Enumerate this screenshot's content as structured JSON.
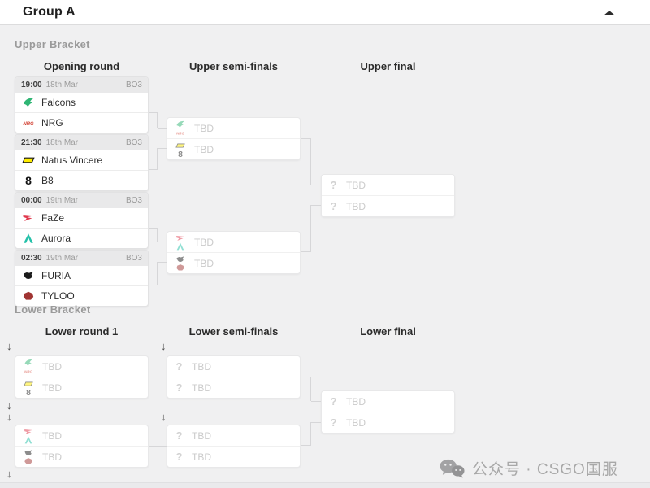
{
  "header": {
    "title": "Group A"
  },
  "icons": {
    "question": "?",
    "drop_arrow": "↓",
    "collapse": "caret-up"
  },
  "upper_bracket": {
    "label": "Upper Bracket",
    "columns": [
      "Opening round",
      "Upper semi-finals",
      "Upper final"
    ],
    "matches": [
      {
        "time": "19:00",
        "date": "18th Mar",
        "format": "BO3",
        "teams": [
          {
            "name": "Falcons",
            "logo": "falcons"
          },
          {
            "name": "NRG",
            "logo": "nrg"
          }
        ]
      },
      {
        "time": "21:30",
        "date": "18th Mar",
        "format": "BO3",
        "teams": [
          {
            "name": "Natus Vincere",
            "logo": "navi"
          },
          {
            "name": "B8",
            "logo": "b8"
          }
        ]
      },
      {
        "time": "00:00",
        "date": "19th Mar",
        "format": "BO3",
        "teams": [
          {
            "name": "FaZe",
            "logo": "faze"
          },
          {
            "name": "Aurora",
            "logo": "aurora"
          }
        ]
      },
      {
        "time": "02:30",
        "date": "19th Mar",
        "format": "BO3",
        "teams": [
          {
            "name": "FURIA",
            "logo": "furia"
          },
          {
            "name": "TYLOO",
            "logo": "tyloo"
          }
        ]
      }
    ],
    "semi_finals": [
      {
        "slots": [
          {
            "label": "TBD",
            "possible_teams": [
              "Falcons",
              "NRG"
            ]
          },
          {
            "label": "TBD",
            "possible_teams": [
              "Natus Vincere",
              "B8"
            ]
          }
        ]
      },
      {
        "slots": [
          {
            "label": "TBD",
            "possible_teams": [
              "FaZe",
              "Aurora"
            ]
          },
          {
            "label": "TBD",
            "possible_teams": [
              "FURIA",
              "TYLOO"
            ]
          }
        ]
      }
    ],
    "final": {
      "slots": [
        {
          "label": "TBD"
        },
        {
          "label": "TBD"
        }
      ]
    }
  },
  "lower_bracket": {
    "label": "Lower Bracket",
    "columns": [
      "Lower round 1",
      "Lower semi-finals",
      "Lower final"
    ],
    "round1": [
      {
        "slots": [
          {
            "label": "TBD",
            "possible_teams": [
              "Falcons",
              "NRG"
            ]
          },
          {
            "label": "TBD",
            "possible_teams": [
              "Natus Vincere",
              "B8"
            ]
          }
        ]
      },
      {
        "slots": [
          {
            "label": "TBD",
            "possible_teams": [
              "FaZe",
              "Aurora"
            ]
          },
          {
            "label": "TBD",
            "possible_teams": [
              "FURIA",
              "TYLOO"
            ]
          }
        ]
      }
    ],
    "semi_finals": [
      {
        "slots": [
          {
            "label": "TBD"
          },
          {
            "label": "TBD"
          }
        ]
      },
      {
        "slots": [
          {
            "label": "TBD"
          },
          {
            "label": "TBD"
          }
        ]
      }
    ],
    "final": {
      "slots": [
        {
          "label": "TBD"
        },
        {
          "label": "TBD"
        }
      ]
    }
  },
  "watermark": {
    "text": "公众号 · CSGO国服",
    "icon": "wechat"
  },
  "colors": {
    "background": "#f0f0f1",
    "card": "#ffffff",
    "card_header": "#e9e9ea",
    "tbd_text": "#cbcbcb",
    "connector": "#d6d6d8",
    "falcons": "#2fb574",
    "nrg": "#d23f31",
    "navi": "#ffed00",
    "b8": "#141414",
    "faze": "#e03a4e",
    "aurora": "#25c1a9",
    "furia": "#1b1b1b",
    "tyloo": "#a03432"
  }
}
